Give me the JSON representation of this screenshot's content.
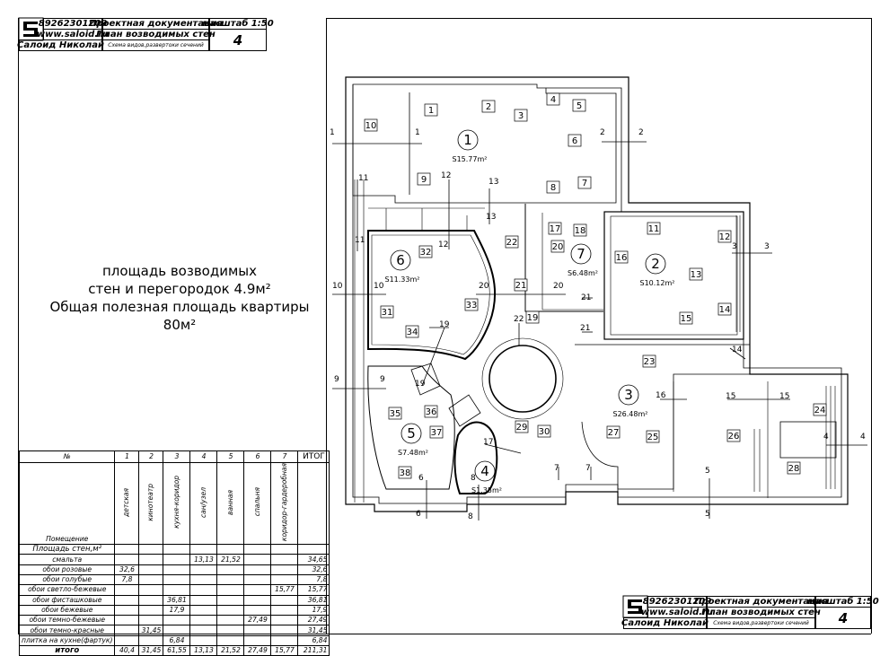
{
  "title_block": {
    "phone": "89262301209",
    "site": "www.saloid.ru",
    "author": "Салоид Николай",
    "project_label": "Проектная документация",
    "sheet_title": "План возводимых стен",
    "sheet_subtitle": "Схема видов,развертоки сечений",
    "scale_label": "масштаб 1:50",
    "sheet_number": "4"
  },
  "notes": {
    "line1": "площадь возводимых",
    "line2": "стен и перегородок 4.9м²",
    "line3": "Общая полезная площадь квартиры 80м²"
  },
  "rooms": [
    {
      "num": "1",
      "area": "S15.77m²"
    },
    {
      "num": "2",
      "area": "S10.12m²"
    },
    {
      "num": "3",
      "area": "S26.48m²"
    },
    {
      "num": "4",
      "area": "S1.35m²"
    },
    {
      "num": "5",
      "area": "S7.48m²"
    },
    {
      "num": "6",
      "area": "S11.33m²"
    },
    {
      "num": "7",
      "area": "S6.48m²"
    }
  ],
  "wall_markers": [
    "1",
    "2",
    "3",
    "4",
    "5",
    "6",
    "7",
    "8",
    "9",
    "10",
    "11",
    "12",
    "13",
    "14",
    "15",
    "16",
    "17",
    "18",
    "19",
    "20",
    "21",
    "22",
    "23",
    "24",
    "25",
    "26",
    "27",
    "28",
    "29",
    "30",
    "31",
    "32",
    "33",
    "34",
    "35",
    "36",
    "37",
    "38"
  ],
  "section_markers": [
    "1",
    "2",
    "3",
    "4",
    "5",
    "6",
    "7",
    "8",
    "9",
    "10",
    "11",
    "12",
    "13",
    "14",
    "15",
    "16",
    "17",
    "19",
    "20",
    "21",
    "22"
  ],
  "table": {
    "header": {
      "no": "№",
      "total": "ИТОГ",
      "room_label": "Помещение"
    },
    "columns": [
      {
        "num": "1",
        "name": "детская"
      },
      {
        "num": "2",
        "name": "кинотеатр"
      },
      {
        "num": "3",
        "name": "кухня-коридор"
      },
      {
        "num": "4",
        "name": "сан/узел"
      },
      {
        "num": "5",
        "name": "ванная"
      },
      {
        "num": "6",
        "name": "спальня"
      },
      {
        "num": "7",
        "name": "коридор-гардеробная"
      }
    ],
    "section_title": "Площадь стен,м²",
    "rows": [
      {
        "label": "смальта",
        "cells": [
          "",
          "",
          "",
          "13,13",
          "21,52",
          "",
          ""
        ],
        "total": "34,65"
      },
      {
        "label": "обои розовые",
        "cells": [
          "32,6",
          "",
          "",
          "",
          "",
          "",
          ""
        ],
        "total": "32,6"
      },
      {
        "label": "обои голубые",
        "cells": [
          "7,8",
          "",
          "",
          "",
          "",
          "",
          ""
        ],
        "total": "7,8"
      },
      {
        "label": "обои светло-бежевые",
        "cells": [
          "",
          "",
          "",
          "",
          "",
          "",
          "15,77"
        ],
        "total": "15,77"
      },
      {
        "label": "обои фисташковые",
        "cells": [
          "",
          "",
          "36,81",
          "",
          "",
          "",
          ""
        ],
        "total": "36,81"
      },
      {
        "label": "обои бежевые",
        "cells": [
          "",
          "",
          "17,9",
          "",
          "",
          "",
          ""
        ],
        "total": "17,9"
      },
      {
        "label": "обои темно-бежевые",
        "cells": [
          "",
          "",
          "",
          "",
          "",
          "27,49",
          ""
        ],
        "total": "27,49"
      },
      {
        "label": "обои темно-красные",
        "cells": [
          "",
          "31,45",
          "",
          "",
          "",
          "",
          ""
        ],
        "total": "31,45"
      },
      {
        "label": "плитка на кухне(фартук)",
        "cells": [
          "",
          "",
          "6,84",
          "",
          "",
          "",
          ""
        ],
        "total": "6,84"
      }
    ],
    "total_row": {
      "label": "итого",
      "cells": [
        "40,4",
        "31,45",
        "61,55",
        "13,13",
        "21,52",
        "27,49",
        "15,77"
      ],
      "total": "211,31"
    }
  },
  "icons": [
    "saloid-logo-icon"
  ]
}
